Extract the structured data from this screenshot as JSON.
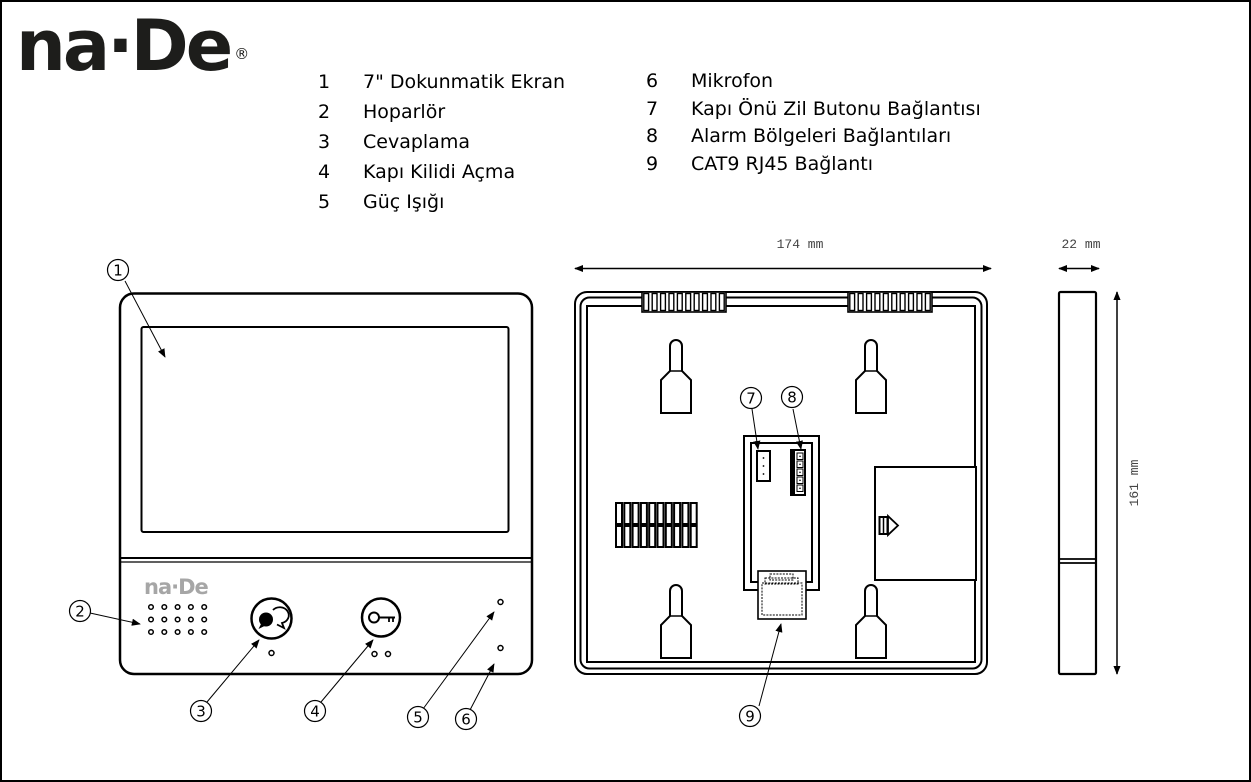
{
  "brand": {
    "name": "na·De",
    "registered_mark": "®",
    "front_panel_logo": "na·De"
  },
  "legend": {
    "left": [
      {
        "number": "1",
        "label": "7\" Dokunmatik Ekran"
      },
      {
        "number": "2",
        "label": "Hoparlör"
      },
      {
        "number": "3",
        "label": "Cevaplama"
      },
      {
        "number": "4",
        "label": "Kapı Kilidi Açma"
      },
      {
        "number": "5",
        "label": "Güç Işığı"
      }
    ],
    "right": [
      {
        "number": "6",
        "label": "Mikrofon"
      },
      {
        "number": "7",
        "label": "Kapı Önü Zil Butonu Bağlantısı"
      },
      {
        "number": "8",
        "label": "Alarm Bölgeleri Bağlantıları"
      },
      {
        "number": "9",
        "label": "CAT9 RJ45 Bağlantı"
      }
    ]
  },
  "dimensions": {
    "width": "174 mm",
    "depth": "22 mm",
    "height": "161 mm"
  },
  "views": {
    "front": "front-view",
    "back": "back-view",
    "side": "side-view"
  },
  "callouts": {
    "screen": "1",
    "speaker": "2",
    "answer": "3",
    "door_unlock": "4",
    "power_led": "5",
    "microphone": "6",
    "doorbell_connector": "7",
    "alarm_connector": "8",
    "rj45_connector": "9"
  },
  "colors": {
    "line": "#000000",
    "logo": "#1d1d1b",
    "front_logo": "#a6a6a6",
    "dimension_text": "#444444",
    "background": "#ffffff"
  }
}
